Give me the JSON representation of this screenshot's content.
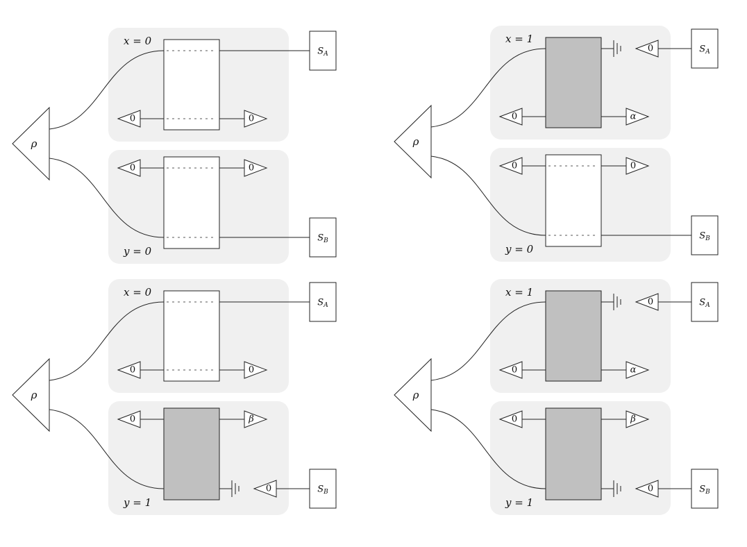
{
  "diagrams": [
    {
      "rho": "ρ",
      "top": {
        "label": "x = 0",
        "state": "light",
        "in": "0",
        "out": "0",
        "system_main": "S",
        "system_sub": "A"
      },
      "bottom": {
        "label": "y = 0",
        "state": "light",
        "in": "0",
        "out": "0",
        "system_main": "S",
        "system_sub": "B"
      }
    },
    {
      "rho": "ρ",
      "top": {
        "label": "x = 1",
        "state": "dark",
        "in": "0",
        "out": "α",
        "prep": "0",
        "system_main": "S",
        "system_sub": "A"
      },
      "bottom": {
        "label": "y = 0",
        "state": "light",
        "in": "0",
        "out": "0",
        "system_main": "S",
        "system_sub": "B"
      }
    },
    {
      "rho": "ρ",
      "top": {
        "label": "x = 0",
        "state": "light",
        "in": "0",
        "out": "0",
        "system_main": "S",
        "system_sub": "A"
      },
      "bottom": {
        "label": "y = 1",
        "state": "dark",
        "in": "0",
        "out": "β",
        "prep": "0",
        "system_main": "S",
        "system_sub": "B"
      }
    },
    {
      "rho": "ρ",
      "top": {
        "label": "x = 1",
        "state": "dark",
        "in": "0",
        "out": "α",
        "prep": "0",
        "system_main": "S",
        "system_sub": "A"
      },
      "bottom": {
        "label": "y = 1",
        "state": "dark",
        "in": "0",
        "out": "β",
        "prep": "0",
        "system_main": "S",
        "system_sub": "B"
      }
    }
  ]
}
